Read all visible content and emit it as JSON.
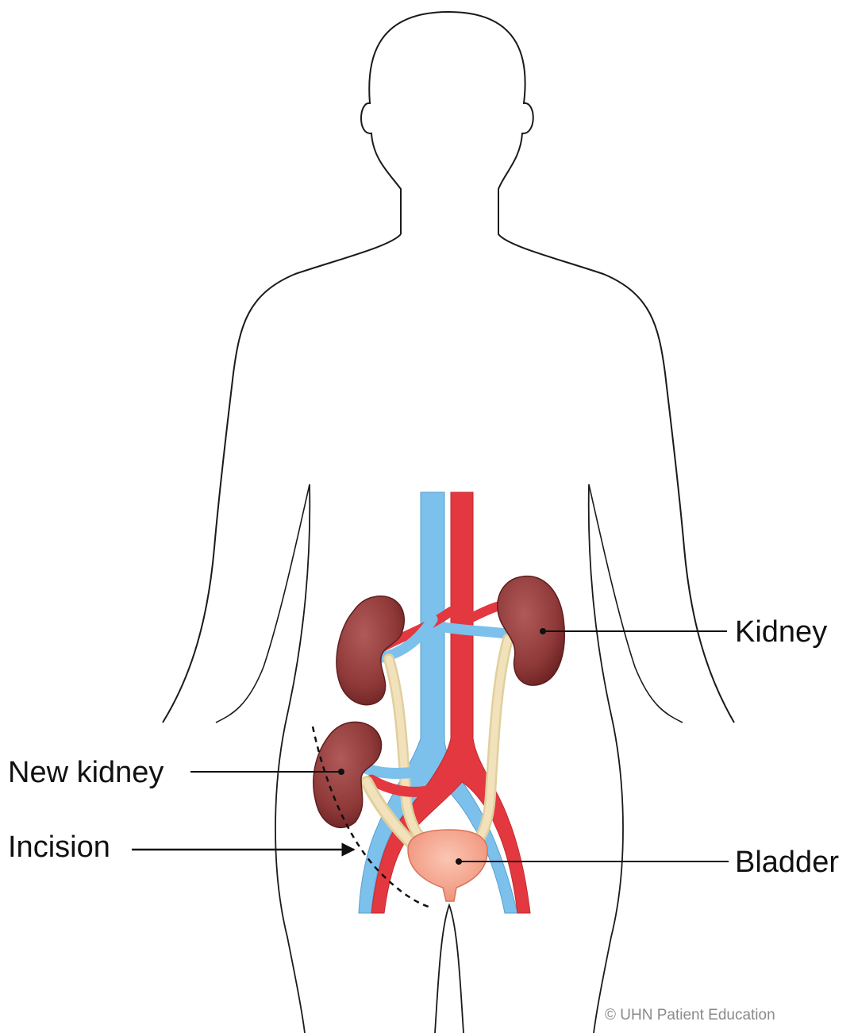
{
  "figure": {
    "labels": {
      "kidney": "Kidney",
      "new_kidney": "New kidney",
      "incision": "Incision",
      "bladder": "Bladder"
    },
    "credit": "© UHN Patient Education"
  },
  "colors": {
    "outline": "#1a1a1a",
    "kidney": "#8e3838",
    "kidney_dark": "#6b2323",
    "artery": "#e3383f",
    "vein": "#7cc1ec",
    "ureter": "#f2e2bb",
    "bladder": "#f4a48e"
  }
}
